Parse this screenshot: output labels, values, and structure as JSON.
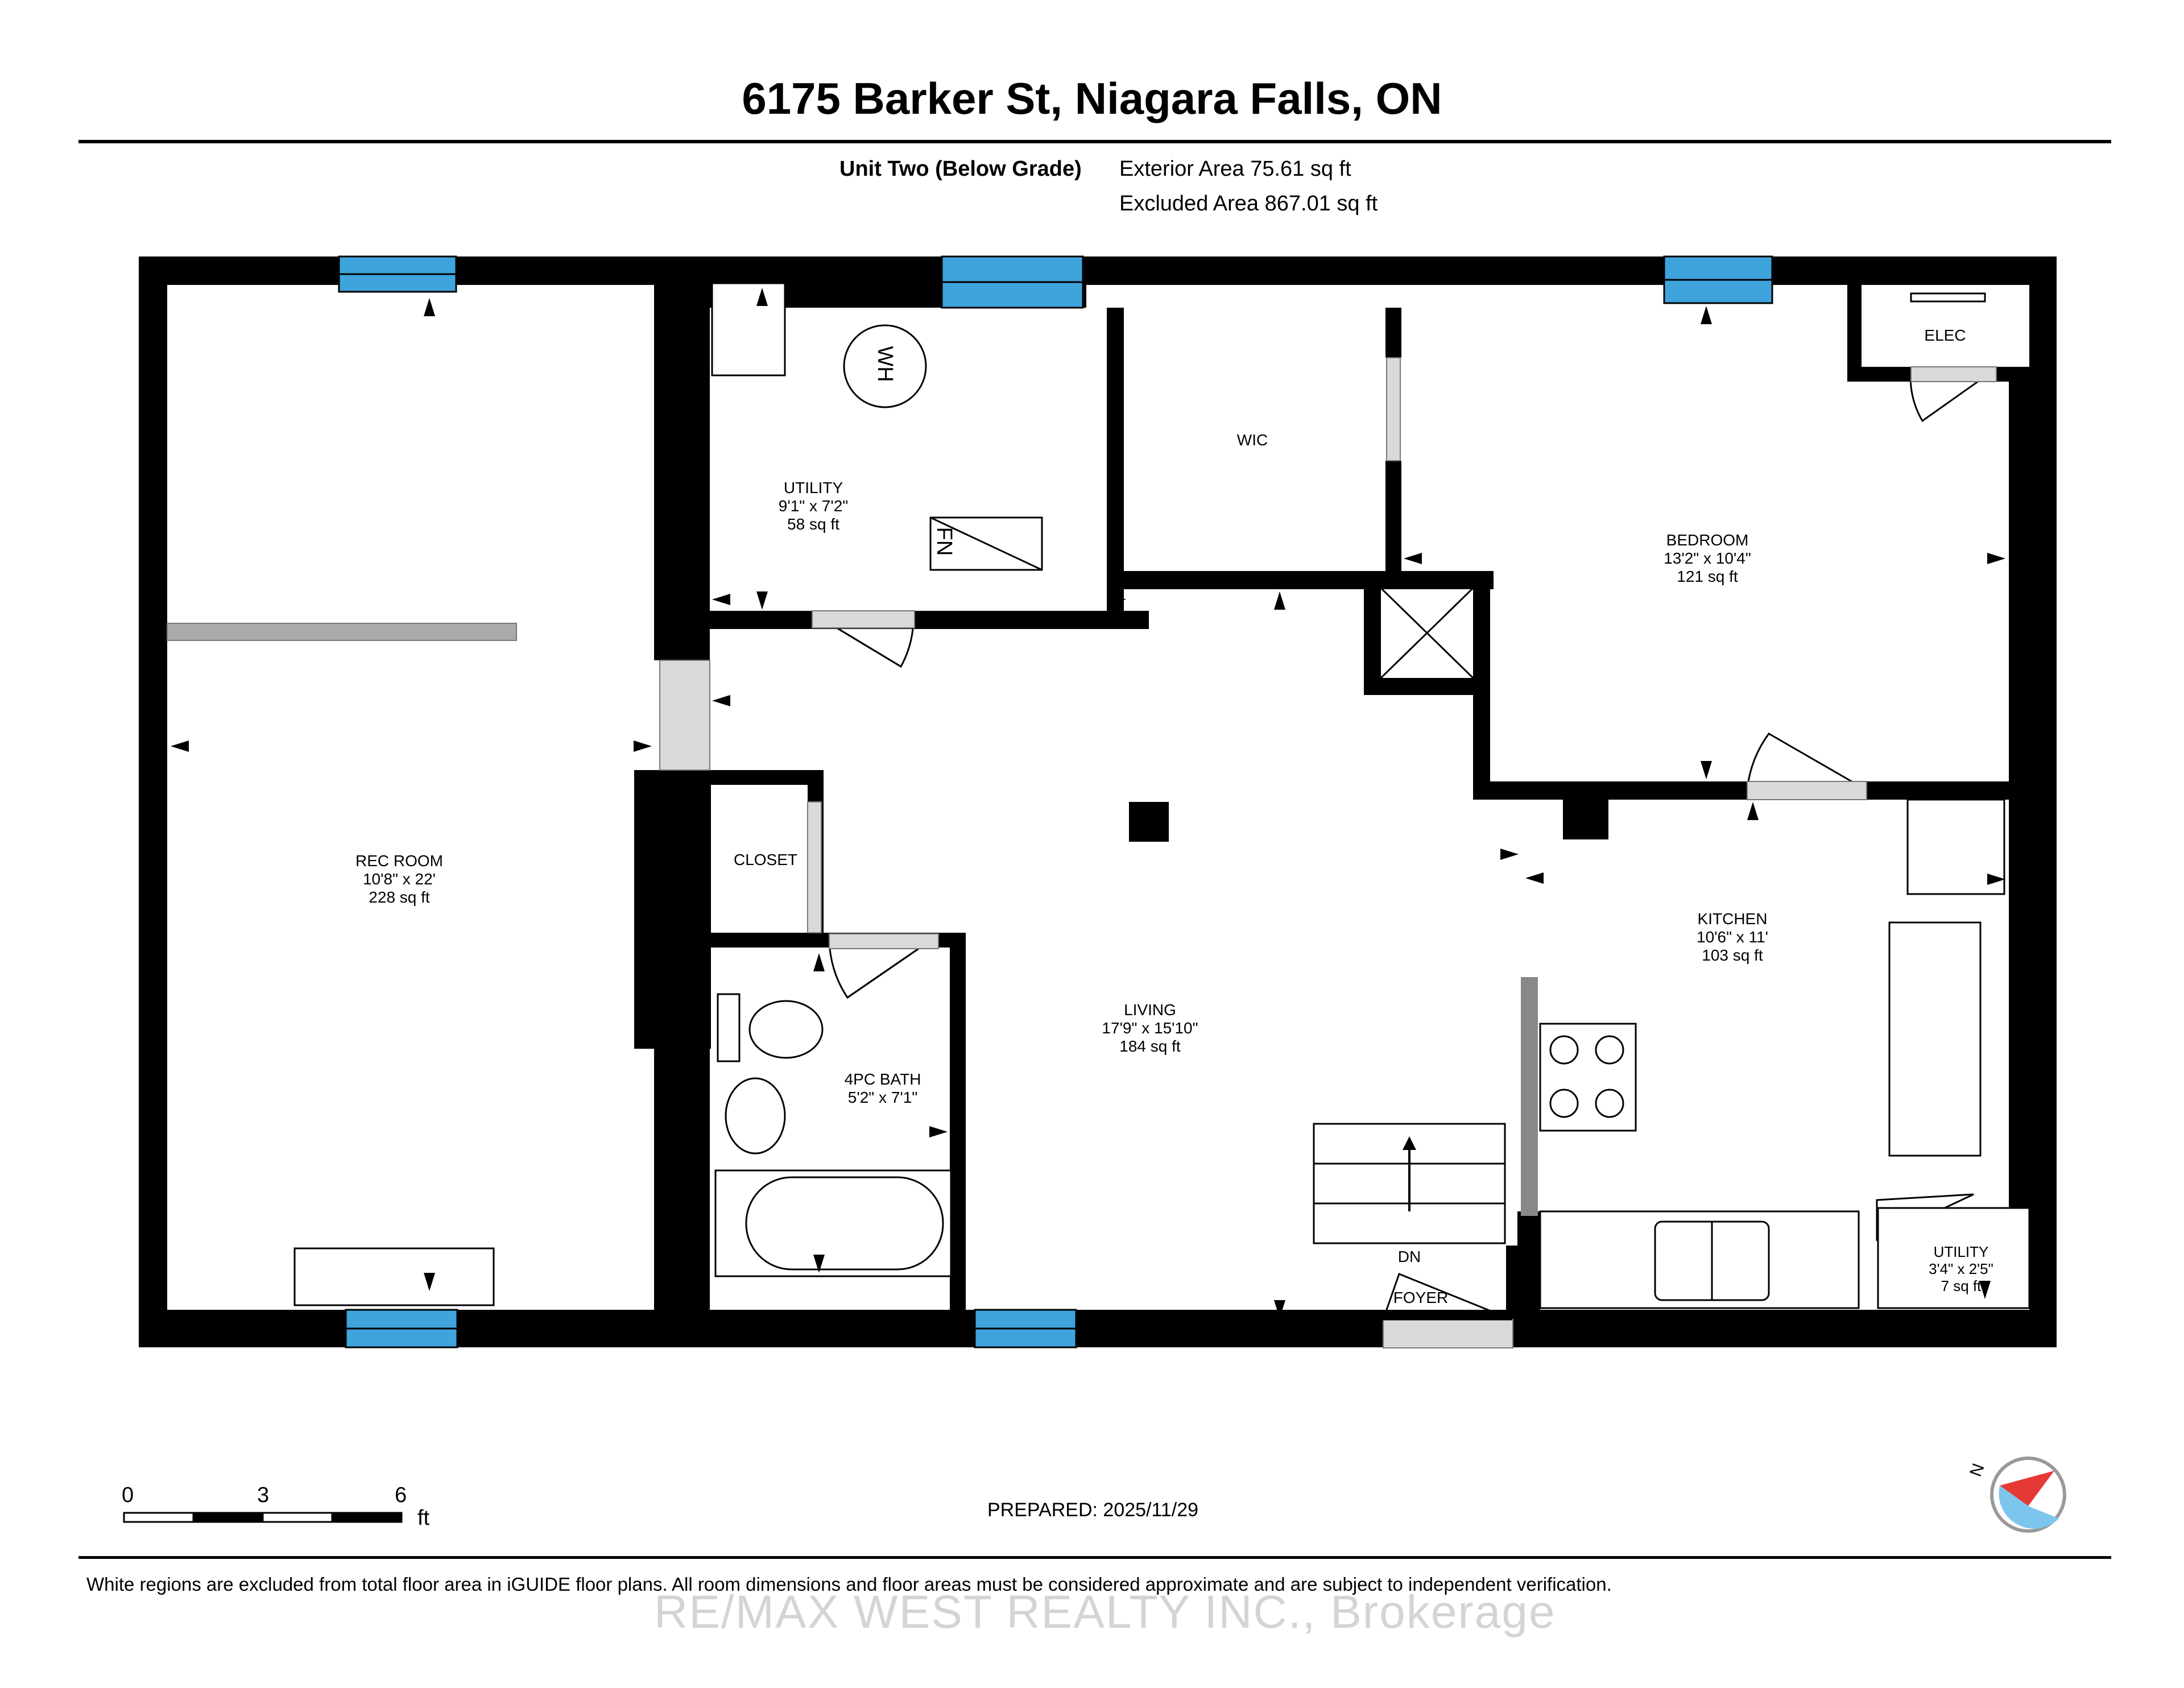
{
  "header": {
    "title": "6175 Barker St, Niagara Falls, ON"
  },
  "summary": {
    "unit": "Unit Two (Below Grade)",
    "exterior_area": "Exterior Area 75.61 sq ft",
    "excluded_area": "Excluded Area 867.01 sq ft"
  },
  "rooms": [
    {
      "key": "rec_room",
      "name": "REC ROOM",
      "dims": "10'8\" x 22'",
      "area": "228 sq ft"
    },
    {
      "key": "utility_main",
      "name": "UTILITY",
      "dims": "9'1\" x 7'2\"",
      "area": "58 sq ft"
    },
    {
      "key": "bedroom",
      "name": "BEDROOM",
      "dims": "13'2\" x 10'4\"",
      "area": "121 sq ft"
    },
    {
      "key": "kitchen",
      "name": "KITCHEN",
      "dims": "10'6\" x 11'",
      "area": "103 sq ft"
    },
    {
      "key": "living",
      "name": "LIVING",
      "dims": "17'9\" x 15'10\"",
      "area": "184 sq ft"
    },
    {
      "key": "bath",
      "name": "4PC BATH",
      "dims": "5'2\" x 7'1\"",
      "area": ""
    },
    {
      "key": "utility_small",
      "name": "UTILITY",
      "dims": "3'4\" x 2'5\"",
      "area": "7 sq ft"
    }
  ],
  "room_tags": {
    "wic": "WIC",
    "elec": "ELEC",
    "closet": "CLOSET",
    "foyer": "FOYER",
    "dn": "DN",
    "wh": "WH",
    "fn": "FN"
  },
  "scale": {
    "ticks": [
      "0",
      "3",
      "6"
    ],
    "unit": "ft"
  },
  "compass": {
    "label": "N"
  },
  "footer": {
    "prepared": "PREPARED: 2025/11/29",
    "disclaimer": "White regions are excluded from total floor area in iGUIDE floor plans. All room dimensions and floor areas must be considered approximate and are subject to independent verification.",
    "brokerage": "RE/MAX WEST REALTY INC., Brokerage"
  },
  "colors": {
    "wall": "#000000",
    "window": "#3fa3dc",
    "door": "#d9d9d9",
    "compass_red": "#e53935",
    "compass_blue": "#7cc6ee"
  }
}
